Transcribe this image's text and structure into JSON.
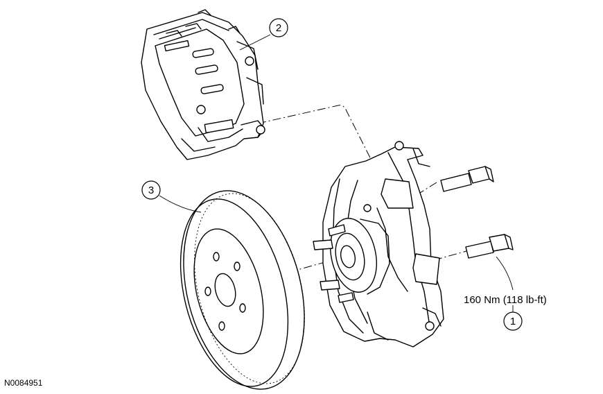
{
  "figure_id": "N0084951",
  "torque_spec": "160 Nm (118 lb-ft)",
  "callouts": [
    {
      "number": "1",
      "part": "knuckle-bolt"
    },
    {
      "number": "2",
      "part": "brake-caliper"
    },
    {
      "number": "3",
      "part": "brake-disc"
    }
  ]
}
